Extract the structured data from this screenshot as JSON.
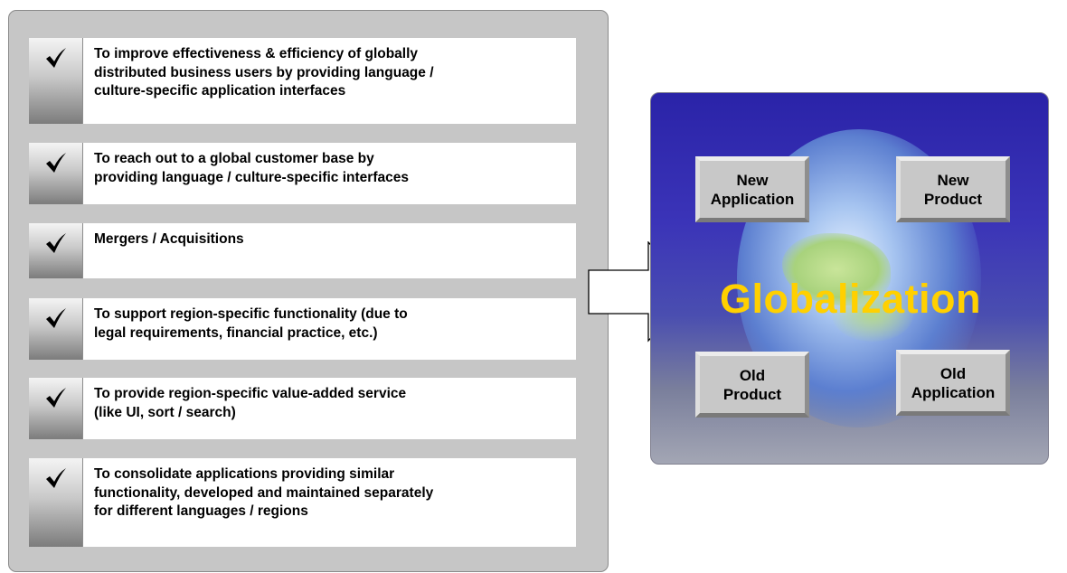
{
  "reasons": [
    {
      "text": "To improve effectiveness & efficiency of globally\ndistributed business users by providing language /\nculture-specific application interfaces"
    },
    {
      "text": "To reach out to a global customer base by\nproviding language / culture-specific interfaces"
    },
    {
      "text": "Mergers / Acquisitions"
    },
    {
      "text": "To support region-specific functionality (due to\nlegal requirements, financial practice, etc.)"
    },
    {
      "text": "To provide region-specific value-added service\n(like UI, sort / search)"
    },
    {
      "text": "To consolidate applications providing similar\nfunctionality, developed and maintained separately\nfor different languages / regions"
    }
  ],
  "globe": {
    "center_label": "Globalization",
    "boxes": {
      "top_left": "New\nApplication",
      "top_right": "New\nProduct",
      "bottom_left": "Old\nProduct",
      "bottom_right": "Old\nApplication"
    }
  },
  "colors": {
    "panel_grey": "#c6c6c6",
    "globalization_text": "#ffd000",
    "globe_background": "#2a23a8"
  },
  "icons": {
    "check": "checkmark-icon",
    "arrow": "right-arrow-icon"
  }
}
